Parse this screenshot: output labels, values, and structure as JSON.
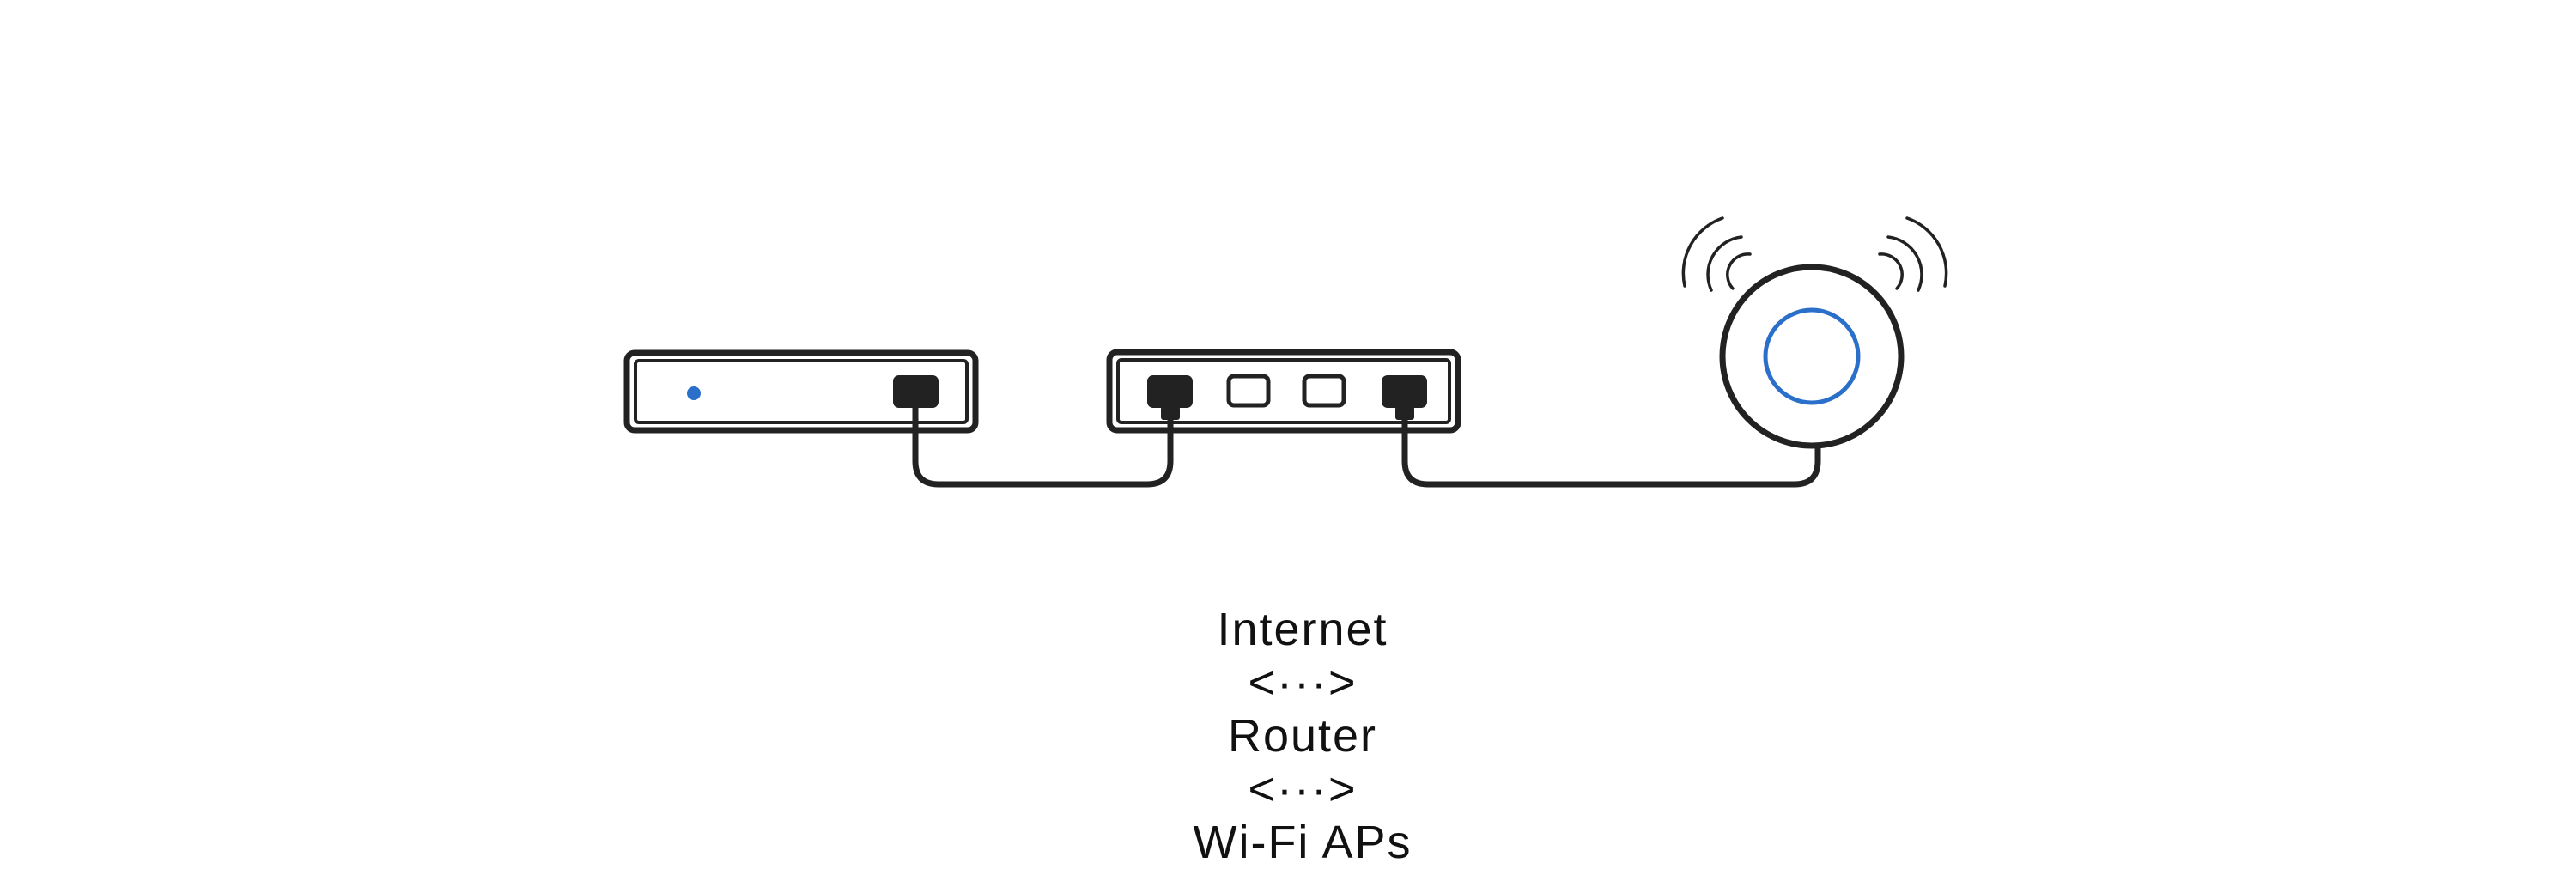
{
  "colors": {
    "line": "#222222",
    "accent_blue": "#2a6fc9",
    "background": "#ffffff"
  },
  "devices": [
    {
      "name": "Internet",
      "kind": "modem",
      "indicator": "blue-led",
      "ports": [
        "filled"
      ]
    },
    {
      "name": "Router",
      "kind": "router",
      "ports": [
        "filled",
        "empty",
        "empty",
        "filled"
      ]
    },
    {
      "name": "Wi-Fi APs",
      "kind": "access-point",
      "indicator": "blue-ring",
      "signal": "wifi-waves"
    }
  ],
  "caption": {
    "internet": "Internet",
    "arrow1": "<···>",
    "router": "Router",
    "arrow2": "<···>",
    "aps": "Wi-Fi APs"
  }
}
